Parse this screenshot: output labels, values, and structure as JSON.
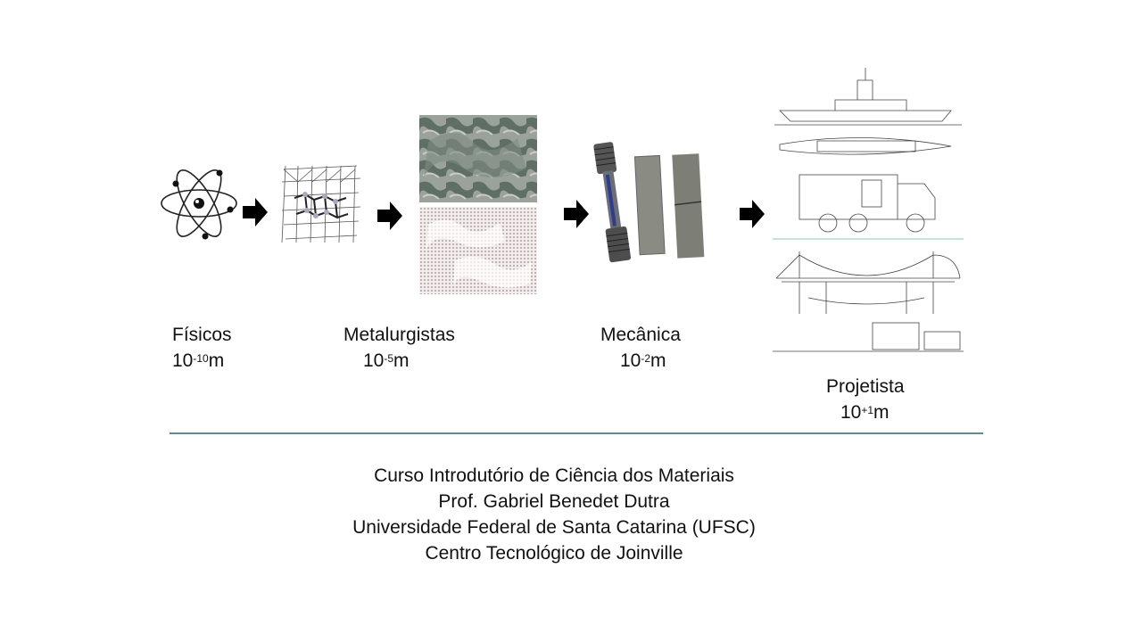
{
  "stages": [
    {
      "role": "Físicos",
      "base": "10",
      "exp": "-10",
      "unit": "m"
    },
    {
      "role": "Metalurgistas",
      "base": "10",
      "exp": "-5",
      "unit": "m"
    },
    {
      "role": "Mecânica",
      "base": "10",
      "exp": "-2",
      "unit": "m"
    },
    {
      "role": "Projetista",
      "base": "10",
      "exp": "+1",
      "unit": "m"
    }
  ],
  "footer": {
    "line1": "Curso Introdutório de Ciência dos Materiais",
    "line2": "Prof. Gabriel Benedet Dutra",
    "line3": "Universidade Federal de Santa Catarina (UFSC)",
    "line4": "Centro Tecnológico de Joinville"
  },
  "colors": {
    "rule": "#5e8c92",
    "arrow": "#000000"
  }
}
